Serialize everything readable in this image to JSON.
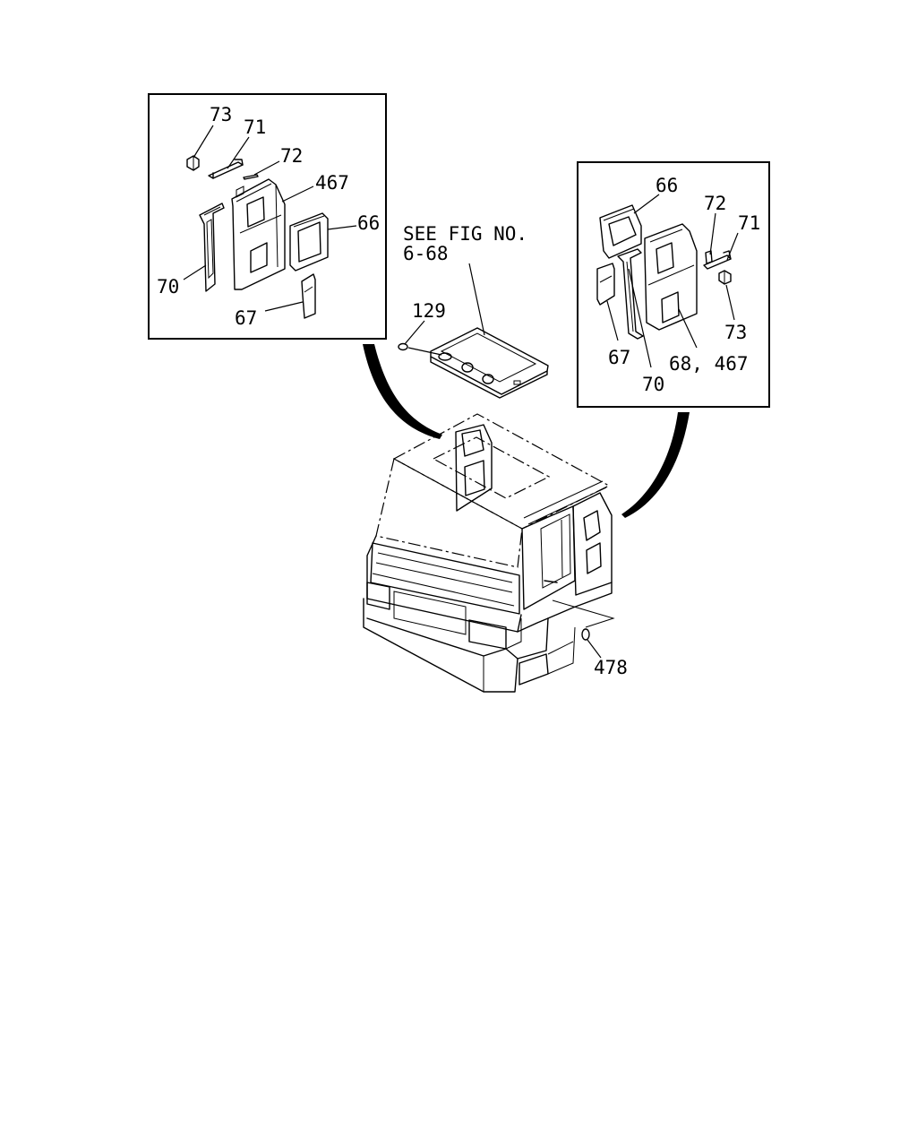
{
  "labels": {
    "left": {
      "p73": "73",
      "p71": "71",
      "p72": "72",
      "p467": "467",
      "p66": "66",
      "p70": "70",
      "p67": "67"
    },
    "center": {
      "see_fig_line1": "SEE FIG NO.",
      "see_fig_line2": "6-68",
      "p129": "129",
      "p478": "478"
    },
    "right": {
      "p66": "66",
      "p72": "72",
      "p71": "71",
      "p73": "73",
      "p67": "67",
      "p70": "70",
      "p68_467": "68, 467"
    }
  }
}
